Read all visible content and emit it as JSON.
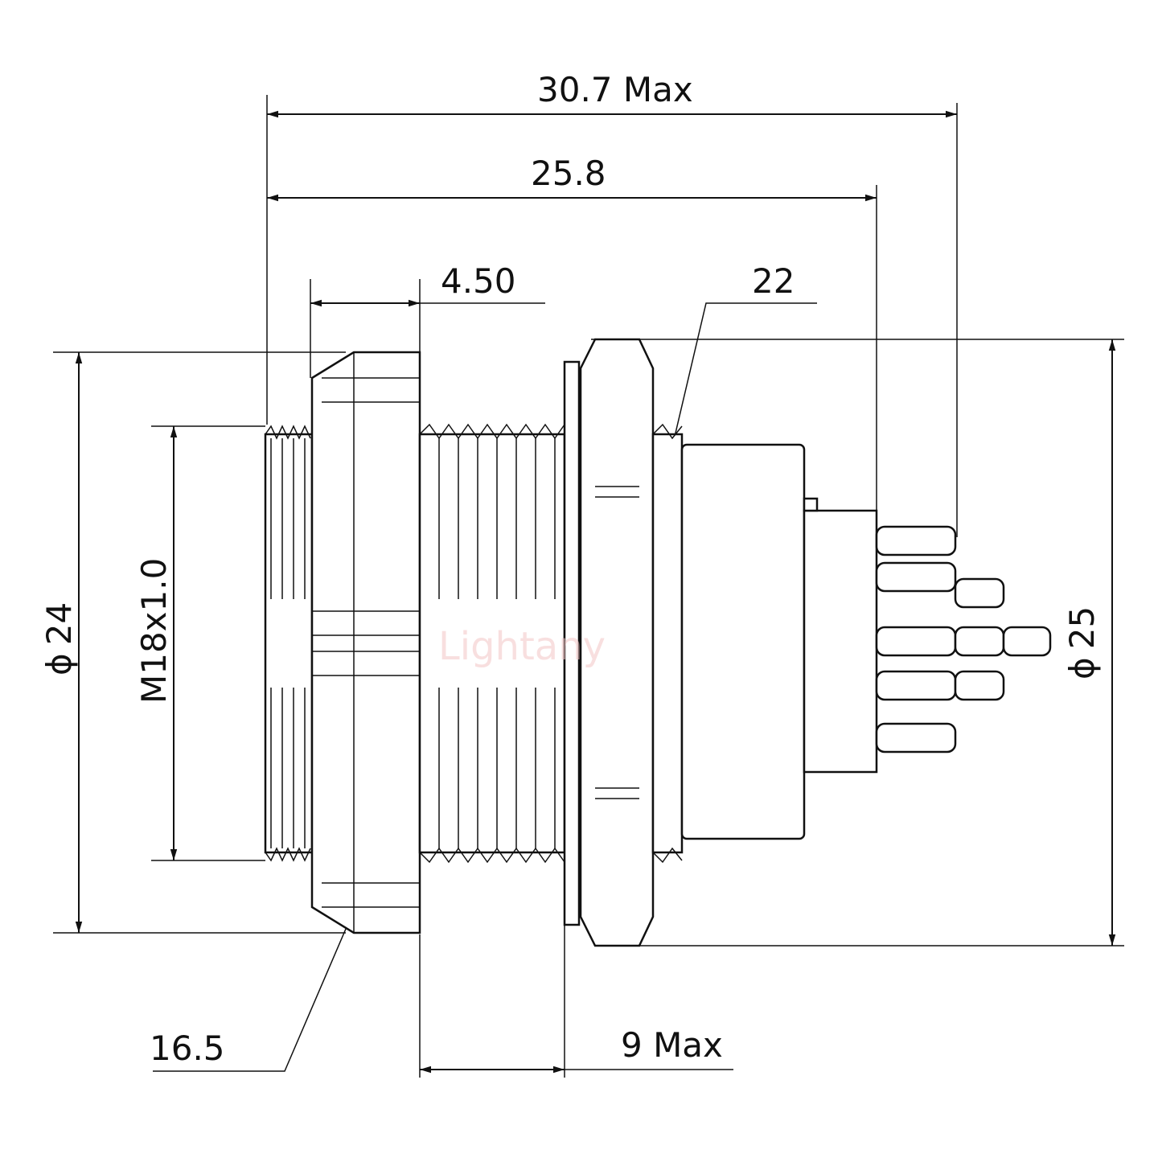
{
  "drawing": {
    "dimensions": {
      "overall_length": "30.7 Max",
      "body_length": "25.8",
      "flange_width": "4.50",
      "hex_nut": "22",
      "flange_diameter": "24",
      "nut_diameter": "25",
      "thread": "M18x1.0",
      "panel_cutout": "16.5",
      "panel_thickness": "9 Max"
    },
    "diameter_symbol": "ϕ",
    "watermark": "Lightany",
    "colors": {
      "line": "#111111",
      "marker": "#8b0000",
      "watermark": "#f3c6c6"
    }
  }
}
